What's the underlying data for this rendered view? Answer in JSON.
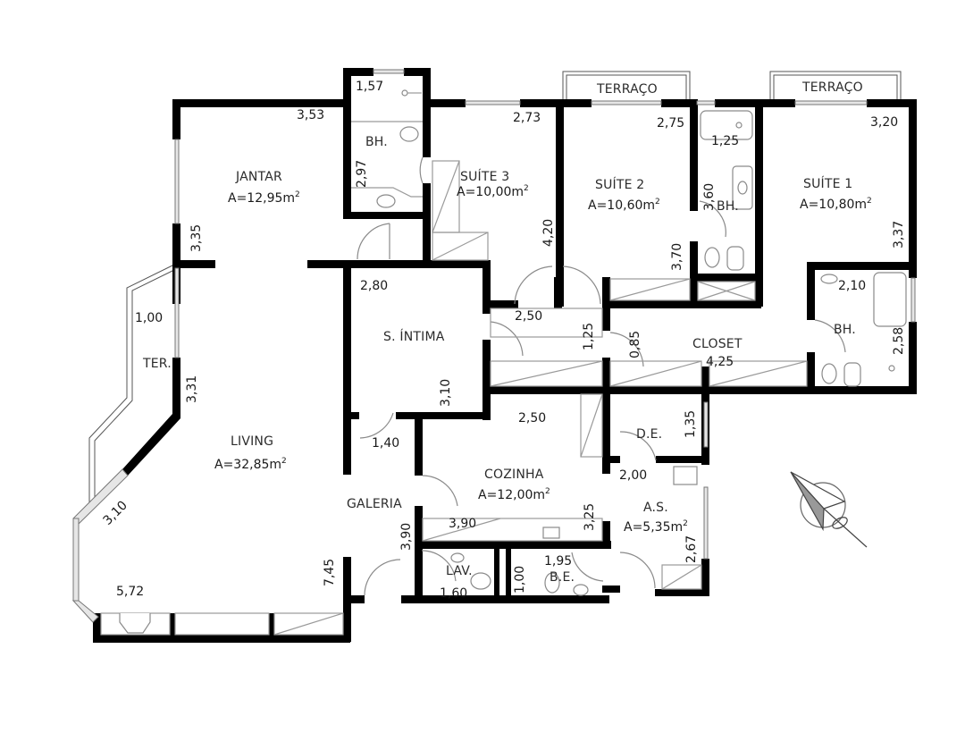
{
  "floorplan": {
    "rooms": [
      {
        "name": "JANTAR",
        "area": "A=12,95m",
        "area_unit_sup": "2"
      },
      {
        "name": "BH.",
        "context": "suite-3-bath"
      },
      {
        "name": "SUÍTE 3",
        "area": "A=10,00m",
        "area_unit_sup": "2"
      },
      {
        "name": "SUÍTE 2",
        "area": "A=10,60m",
        "area_unit_sup": "2"
      },
      {
        "name": "BH.",
        "context": "suite-2-bath"
      },
      {
        "name": "SUÍTE 1",
        "area": "A=10,80m",
        "area_unit_sup": "2"
      },
      {
        "name": "BH.",
        "context": "suite-1-bath"
      },
      {
        "name": "TERRAÇO",
        "context": "suite-2-terrace"
      },
      {
        "name": "TERRAÇO",
        "context": "suite-1-terrace"
      },
      {
        "name": "S. ÍNTIMA"
      },
      {
        "name": "CLOSET"
      },
      {
        "name": "TER."
      },
      {
        "name": "LIVING",
        "area": "A=32,85m",
        "area_unit_sup": "2"
      },
      {
        "name": "GALERIA"
      },
      {
        "name": "COZINHA",
        "area": "A=12,00m",
        "area_unit_sup": "2"
      },
      {
        "name": "D.E."
      },
      {
        "name": "A.S.",
        "area": "A=5,35m",
        "area_unit_sup": "2"
      },
      {
        "name": "LAV."
      },
      {
        "name": "B.E."
      }
    ],
    "dimensions": {
      "bh3_top": "1,57",
      "jantar_top": "3,53",
      "bh3_side": "2,97",
      "jantar_side": "3,35",
      "suite3_top": "2,73",
      "suite3_side": "4,20",
      "suite2_top": "2,75",
      "suite2_side": "3,70",
      "bh2_top": "1,25",
      "bh2_side": "3,60",
      "suite1_top": "3,20",
      "suite1_side": "3,37",
      "bh1_top": "2,10",
      "bh1_side": "2,58",
      "hall_2_80": "2,80",
      "hall_2_50": "2,50",
      "hall_1_25": "1,25",
      "closet_0_85": "0,85",
      "closet_len": "4,25",
      "sintima_side": "3,10",
      "ter_width": "1,00",
      "living_3_31": "3,31",
      "living_diag": "3,10",
      "living_bottom": "5,72",
      "living_side": "7,45",
      "galeria_1_40": "1,40",
      "galeria_3_90": "3,90",
      "cozinha_top": "2,50",
      "cozinha_bottom": "3,90",
      "cozinha_side": "3,25",
      "de_side": "1,35",
      "as_top": "2,00",
      "as_side": "2,67",
      "lav_bottom": "1,60",
      "be_side": "1,00",
      "be_top": "1,95"
    },
    "compass": {
      "icon": "north-arrow-icon"
    },
    "colors": {
      "wall": "#000000",
      "fixture": "#8a8a8a",
      "window": "#e6e6e6"
    }
  }
}
